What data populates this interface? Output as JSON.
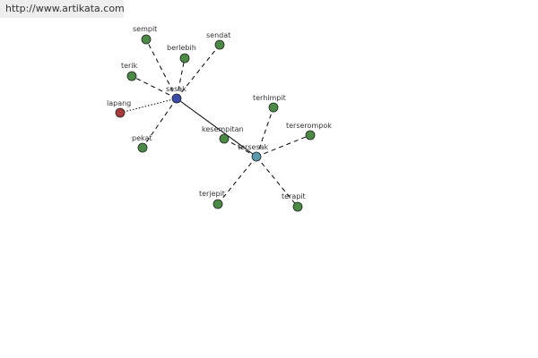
{
  "header": {
    "site_url": "http://www.artikata.com"
  },
  "colors": {
    "synonym_node": "#4a8a44",
    "center_node": "#3a4aa8",
    "antonym_node": "#a83a3a",
    "secondary_center_node": "#5a9aaa",
    "edge": "#000000",
    "watermark_bg": "#eeeeee"
  },
  "graph": {
    "nodes": [
      {
        "id": "sesak",
        "label": "sesak",
        "kind": "center"
      },
      {
        "id": "tersesak",
        "label": "tersesak",
        "kind": "secondary_center"
      },
      {
        "id": "sempit",
        "label": "sempit",
        "kind": "synonym"
      },
      {
        "id": "berlebih",
        "label": "berlebih",
        "kind": "synonym"
      },
      {
        "id": "sendat",
        "label": "sendat",
        "kind": "synonym"
      },
      {
        "id": "terik",
        "label": "terik",
        "kind": "synonym"
      },
      {
        "id": "lapang",
        "label": "lapang",
        "kind": "antonym"
      },
      {
        "id": "pekat",
        "label": "pekat",
        "kind": "synonym"
      },
      {
        "id": "kesempitan",
        "label": "kesempitan",
        "kind": "synonym"
      },
      {
        "id": "terhimpit",
        "label": "terhimpit",
        "kind": "synonym"
      },
      {
        "id": "terserompok",
        "label": "terserompok",
        "kind": "synonym"
      },
      {
        "id": "terjepit",
        "label": "terjepit",
        "kind": "synonym"
      },
      {
        "id": "terapit",
        "label": "terapit",
        "kind": "synonym"
      }
    ],
    "edges": [
      {
        "from": "sesak",
        "to": "sempit",
        "style": "dashed"
      },
      {
        "from": "sesak",
        "to": "berlebih",
        "style": "dashed"
      },
      {
        "from": "sesak",
        "to": "sendat",
        "style": "dashed"
      },
      {
        "from": "sesak",
        "to": "terik",
        "style": "dashed"
      },
      {
        "from": "sesak",
        "to": "lapang",
        "style": "dotted"
      },
      {
        "from": "sesak",
        "to": "pekat",
        "style": "dashed"
      },
      {
        "from": "sesak",
        "to": "tersesak",
        "style": "solid"
      },
      {
        "from": "tersesak",
        "to": "kesempitan",
        "style": "dashed"
      },
      {
        "from": "tersesak",
        "to": "terhimpit",
        "style": "dashed"
      },
      {
        "from": "tersesak",
        "to": "terserompok",
        "style": "dashed"
      },
      {
        "from": "tersesak",
        "to": "terjepit",
        "style": "dashed"
      },
      {
        "from": "tersesak",
        "to": "terapit",
        "style": "dashed"
      }
    ]
  }
}
